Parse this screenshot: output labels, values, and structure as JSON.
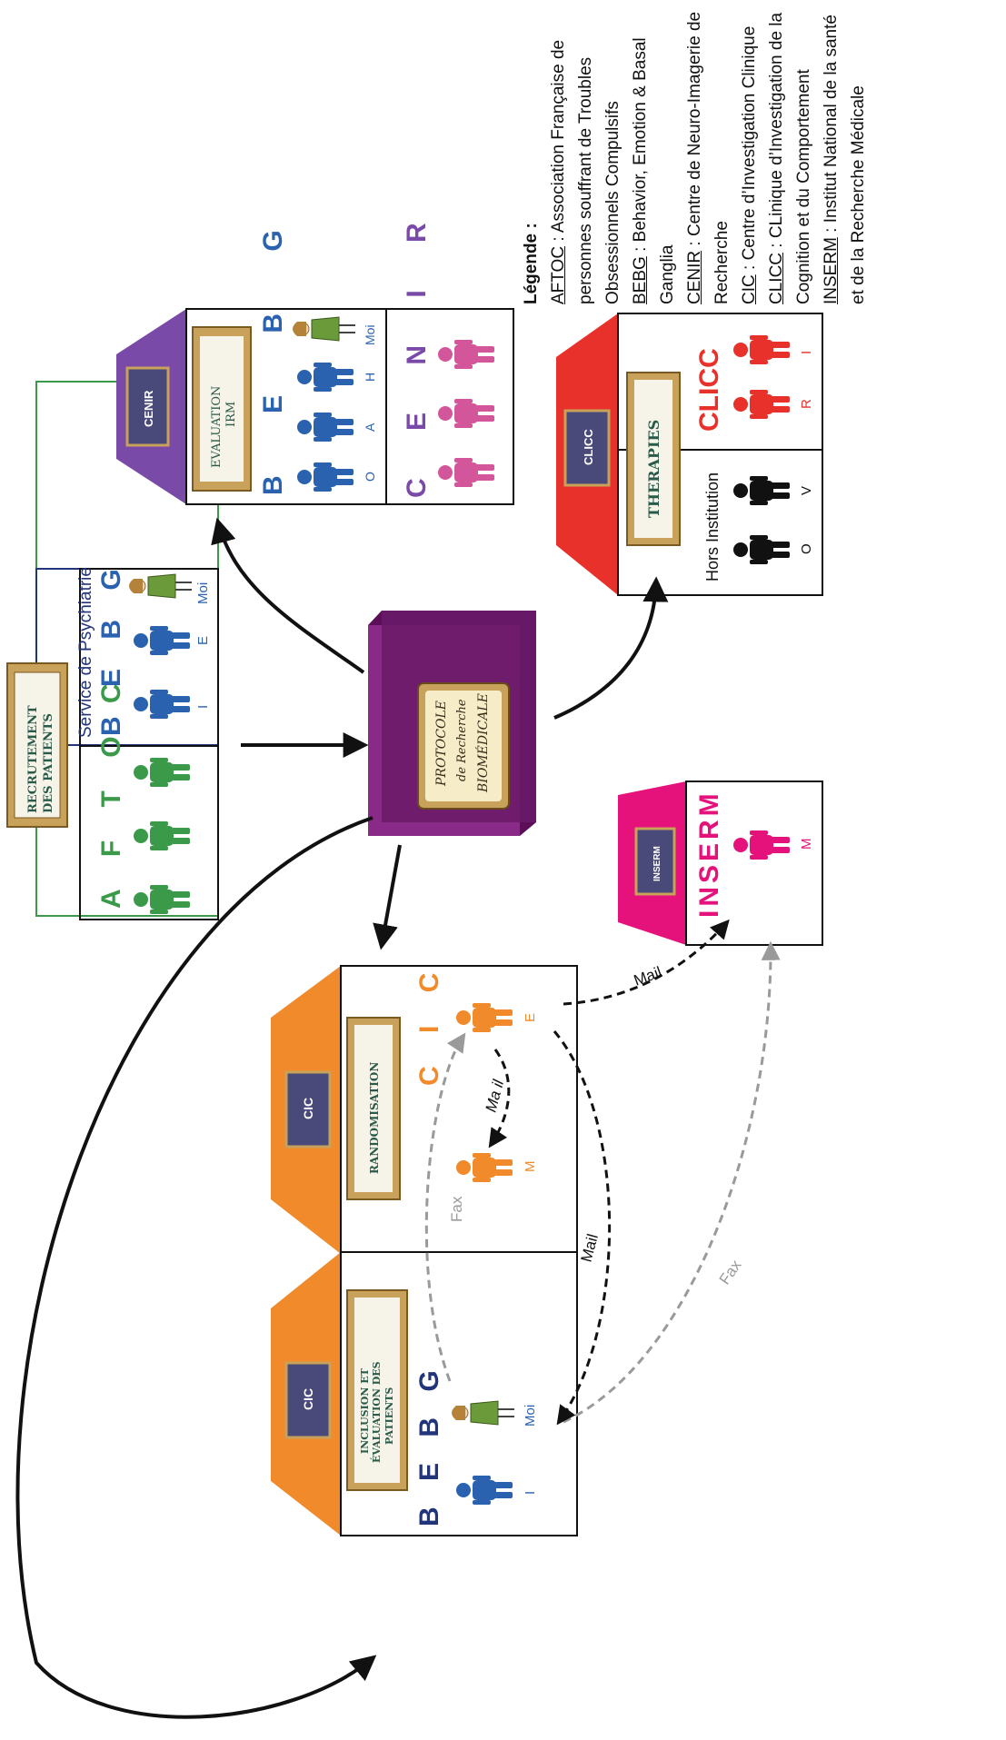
{
  "legend": {
    "title": "Légende :",
    "entries": [
      {
        "abbr": "AFTOC",
        "text": " : Association Française de personnes souffrant de Troubles Obsessionnels Compulsifs"
      },
      {
        "abbr": "BEBG",
        "text": " : Behavior, Emotion & Basal Ganglia"
      },
      {
        "abbr": "CENIR",
        "text": " : Centre de Neuro-Imagerie de Recherche"
      },
      {
        "abbr": "CIC",
        "text": " : Centre d’Investigation Clinique"
      },
      {
        "abbr": "CLICC",
        "text": " : CLinique d’Investigation de la Cognition et du Comportement"
      },
      {
        "abbr": "INSERM",
        "text": " : Institut National de la santé et de la Recherche Médicale"
      }
    ]
  },
  "recruitment": {
    "sign": [
      "RECRUTEMENT",
      "DES PATIENTS"
    ],
    "aftoc_label": "A F T O C",
    "service_label": "Service de Psychiatrie",
    "bebg_label": "B E B G",
    "persons": [
      "I",
      "E",
      "Moi"
    ]
  },
  "cenir": {
    "roof_label": "CENIR",
    "sign": [
      "EVALUATION",
      "IRM"
    ],
    "bebg_label": "B E B G",
    "bebg_persons": [
      "O",
      "A",
      "H",
      "Moi"
    ],
    "cenir_label": "C E N I R"
  },
  "protocol": {
    "lines": [
      "PROTOCOLE",
      "de Recherche",
      "BIOMÉDICALE"
    ]
  },
  "clicc": {
    "roof_label": "CLICC",
    "sign": "THERAPIES",
    "hors_label": "Hors Institution",
    "hors_persons": [
      "O",
      "V"
    ],
    "clicc_label": "CLICC",
    "clicc_persons": [
      "R",
      "I"
    ]
  },
  "inserm": {
    "roof_label": "INSERM",
    "label": "INSERM",
    "persons": [
      "M"
    ]
  },
  "cic_rando": {
    "roof_label": "CIC",
    "sign": "RANDOMISATION",
    "label": "C I C",
    "persons": [
      "M",
      "E"
    ]
  },
  "cic_inclusion": {
    "roof_label": "CIC",
    "sign": [
      "INCLUSION ET",
      "ÉVALUATION DES",
      "PATIENTS"
    ],
    "label": "B E B G",
    "persons": [
      "I",
      "Moi"
    ]
  },
  "flows": {
    "mail": "Mail",
    "fax": "Fax",
    "mail_short": "Ma il"
  },
  "colors": {
    "aftoc_green": "#3a9a4a",
    "bebg_blue": "#2a62b0",
    "cenir_purple": "#7a4aa8",
    "cenir_pink": "#d4569a",
    "clicc_red": "#e8312a",
    "inserm_magenta": "#e4127a",
    "cic_orange": "#f08a2a",
    "box_purple": "#7a1a78",
    "black": "#111111",
    "gray": "#9a9a9a"
  }
}
